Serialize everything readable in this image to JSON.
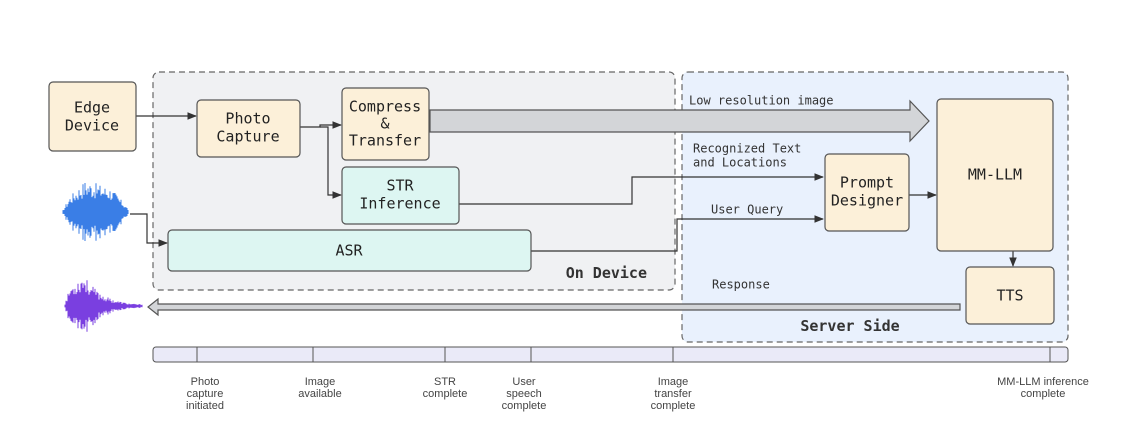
{
  "regions": {
    "on_device": "On Device",
    "server_side": "Server Side"
  },
  "nodes": {
    "edge_device": [
      "Edge",
      "Device"
    ],
    "photo_capture": [
      "Photo",
      "Capture"
    ],
    "compress_transfer": [
      "Compress",
      "&",
      "Transfer"
    ],
    "str_inference": [
      "STR",
      "Inference"
    ],
    "asr": [
      "ASR"
    ],
    "prompt_designer": [
      "Prompt",
      "Designer"
    ],
    "mm_llm": [
      "MM-LLM"
    ],
    "tts": [
      "TTS"
    ]
  },
  "edge_labels": {
    "low_res": [
      "Low resolution image"
    ],
    "recognized": [
      "Recognized Text",
      "and Locations"
    ],
    "user_query": [
      "User Query"
    ],
    "response": [
      "Response"
    ]
  },
  "timeline": [
    [
      "Photo",
      "capture",
      "initiated"
    ],
    [
      "Image",
      "available"
    ],
    [
      "STR",
      "complete"
    ],
    [
      "User",
      "speech",
      "complete"
    ],
    [
      "Image",
      "transfer",
      "complete"
    ],
    [
      "MM-LLM inference",
      "complete"
    ]
  ],
  "colors": {
    "node_fill": "#fcf0d9",
    "str_fill": "#ddf6f2",
    "on_device_bg": "#f0f1f3",
    "server_bg": "#e9f1fd",
    "audio_input": "#3a7ee6",
    "audio_output": "#7a3fe0"
  }
}
